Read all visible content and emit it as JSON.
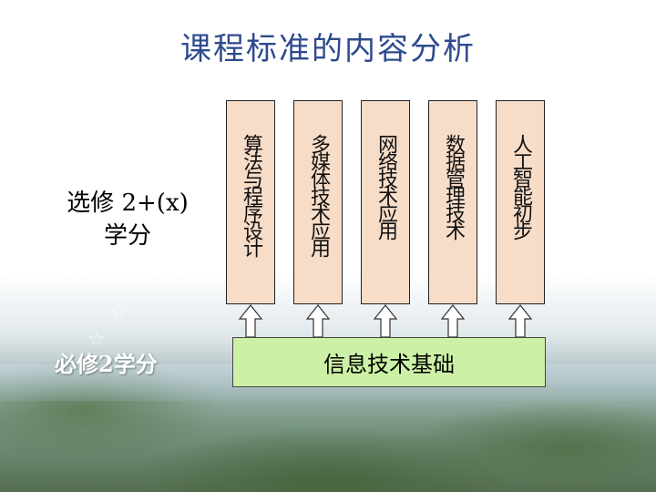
{
  "slide": {
    "title": "课程标准的内容分析",
    "elective": {
      "line1": "选修 2+(x)",
      "line2": "学分"
    },
    "required": "必修2学分",
    "modules": [
      {
        "label": "算法与程序设计"
      },
      {
        "label": "多媒体技术应用"
      },
      {
        "label": "网络技术应用"
      },
      {
        "label": "数据管理技术"
      },
      {
        "label": "人工智能初步"
      }
    ],
    "foundation": "信息技术基础"
  }
}
